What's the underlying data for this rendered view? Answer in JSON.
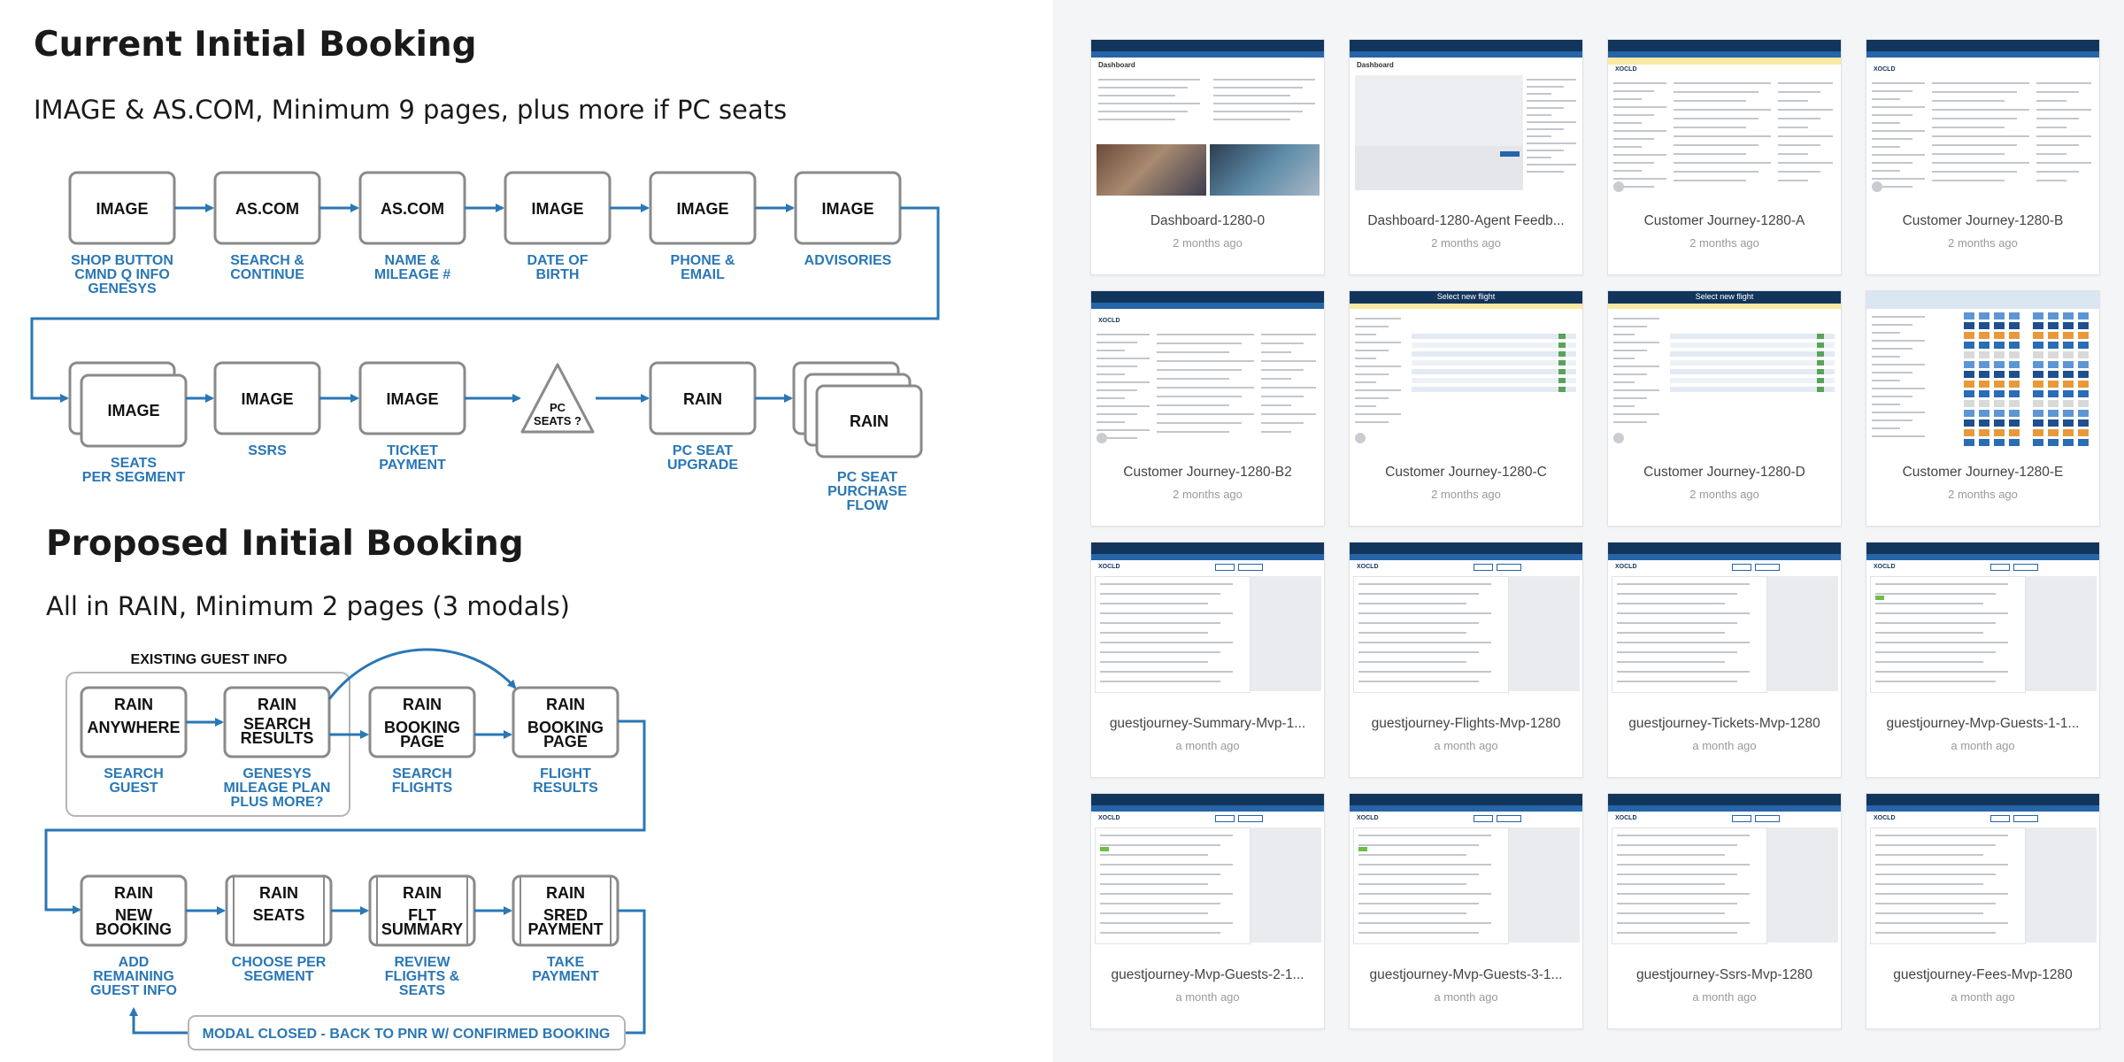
{
  "current": {
    "title": "Current Initial Booking",
    "subtitle": "IMAGE & AS.COM, Minimum 9 pages, plus more if PC seats",
    "row1": [
      {
        "box": "IMAGE",
        "label": [
          "SHOP BUTTON",
          "CMND Q INFO",
          "GENESYS"
        ]
      },
      {
        "box": "AS.COM",
        "label": [
          "SEARCH &",
          "CONTINUE"
        ]
      },
      {
        "box": "AS.COM",
        "label": [
          "NAME &",
          "MILEAGE #"
        ]
      },
      {
        "box": "IMAGE",
        "label": [
          "DATE OF",
          "BIRTH"
        ]
      },
      {
        "box": "IMAGE",
        "label": [
          "PHONE &",
          "EMAIL"
        ]
      },
      {
        "box": "IMAGE",
        "label": [
          "ADVISORIES"
        ]
      }
    ],
    "row2": [
      {
        "box": "IMAGE",
        "label": [
          "SEATS",
          "PER SEGMENT"
        ]
      },
      {
        "box": "IMAGE",
        "label": [
          "SSRS"
        ]
      },
      {
        "box": "IMAGE",
        "label": [
          "TICKET",
          "PAYMENT"
        ]
      },
      {
        "box": [
          "PC",
          "SEATS ?"
        ],
        "label": []
      },
      {
        "box": "RAIN",
        "label": [
          "PC SEAT",
          "UPGRADE"
        ]
      },
      {
        "box": "RAIN",
        "label": [
          "PC SEAT",
          "PURCHASE",
          "FLOW"
        ]
      }
    ]
  },
  "proposed": {
    "title": "Proposed Initial Booking",
    "subtitle": "All in RAIN, Minimum 2 pages (3 modals)",
    "group_label": "EXISTING GUEST INFO",
    "row1": [
      {
        "box": [
          "RAIN",
          "ANYWHERE"
        ],
        "label": [
          "SEARCH",
          "GUEST"
        ]
      },
      {
        "box": [
          "RAIN",
          "SEARCH",
          "RESULTS"
        ],
        "label": [
          "GENESYS",
          "MILEAGE PLAN",
          "PLUS MORE?"
        ]
      },
      {
        "box": [
          "RAIN",
          "BOOKING",
          "PAGE"
        ],
        "label": [
          "SEARCH",
          "FLIGHTS"
        ]
      },
      {
        "box": [
          "RAIN",
          "BOOKING",
          "PAGE"
        ],
        "label": [
          "FLIGHT",
          "RESULTS"
        ]
      }
    ],
    "row2": [
      {
        "box": [
          "RAIN",
          "NEW",
          "BOOKING"
        ],
        "label": [
          "ADD",
          "REMAINING",
          "GUEST INFO"
        ]
      },
      {
        "box": [
          "RAIN",
          "SEATS"
        ],
        "label": [
          "CHOOSE PER",
          "SEGMENT"
        ]
      },
      {
        "box": [
          "RAIN",
          "FLT",
          "SUMMARY"
        ],
        "label": [
          "REVIEW",
          "FLIGHTS &",
          "SEATS"
        ]
      },
      {
        "box": [
          "RAIN",
          "SRED",
          "PAYMENT"
        ],
        "label": [
          "TAKE",
          "PAYMENT"
        ]
      }
    ],
    "modal_closed": "MODAL CLOSED - BACK TO PNR W/ CONFIRMED BOOKING"
  },
  "gallery": [
    {
      "title": "Dashboard-1280-0",
      "time": "2 months ago",
      "thumb": "dashboard-photos"
    },
    {
      "title": "Dashboard-1280-Agent Feedb...",
      "time": "2 months ago",
      "thumb": "dashboard-feedback"
    },
    {
      "title": "Customer Journey-1280-A",
      "time": "2 months ago",
      "thumb": "journey-yellow"
    },
    {
      "title": "Customer Journey-1280-B",
      "time": "2 months ago",
      "thumb": "journey"
    },
    {
      "title": "Customer Journey-1280-B2",
      "time": "2 months ago",
      "thumb": "journey"
    },
    {
      "title": "Customer Journey-1280-C",
      "time": "2 months ago",
      "thumb": "select-flight"
    },
    {
      "title": "Customer Journey-1280-D",
      "time": "2 months ago",
      "thumb": "select-flight"
    },
    {
      "title": "Customer Journey-1280-E",
      "time": "2 months ago",
      "thumb": "seat-map"
    },
    {
      "title": "guestjourney-Summary-Mvp-1...",
      "time": "a month ago",
      "thumb": "mvp"
    },
    {
      "title": "guestjourney-Flights-Mvp-1280",
      "time": "a month ago",
      "thumb": "mvp"
    },
    {
      "title": "guestjourney-Tickets-Mvp-1280",
      "time": "a month ago",
      "thumb": "mvp"
    },
    {
      "title": "guestjourney-Mvp-Guests-1-1...",
      "time": "a month ago",
      "thumb": "mvp"
    },
    {
      "title": "guestjourney-Mvp-Guests-2-1...",
      "time": "a month ago",
      "thumb": "mvp"
    },
    {
      "title": "guestjourney-Mvp-Guests-3-1...",
      "time": "a month ago",
      "thumb": "mvp"
    },
    {
      "title": "guestjourney-Ssrs-Mvp-1280",
      "time": "a month ago",
      "thumb": "mvp"
    },
    {
      "title": "guestjourney-Fees-Mvp-1280",
      "time": "a month ago",
      "thumb": "mvp"
    }
  ],
  "thumb_texts": {
    "dashboard": "Dashboard",
    "select_flight": "Select new flight",
    "brand": "XOCLD"
  },
  "colors": {
    "accent": "#2a77b5",
    "box_border": "#8a8a8a",
    "header": "#12355c",
    "gallery_bg": "#f4f5f7"
  }
}
